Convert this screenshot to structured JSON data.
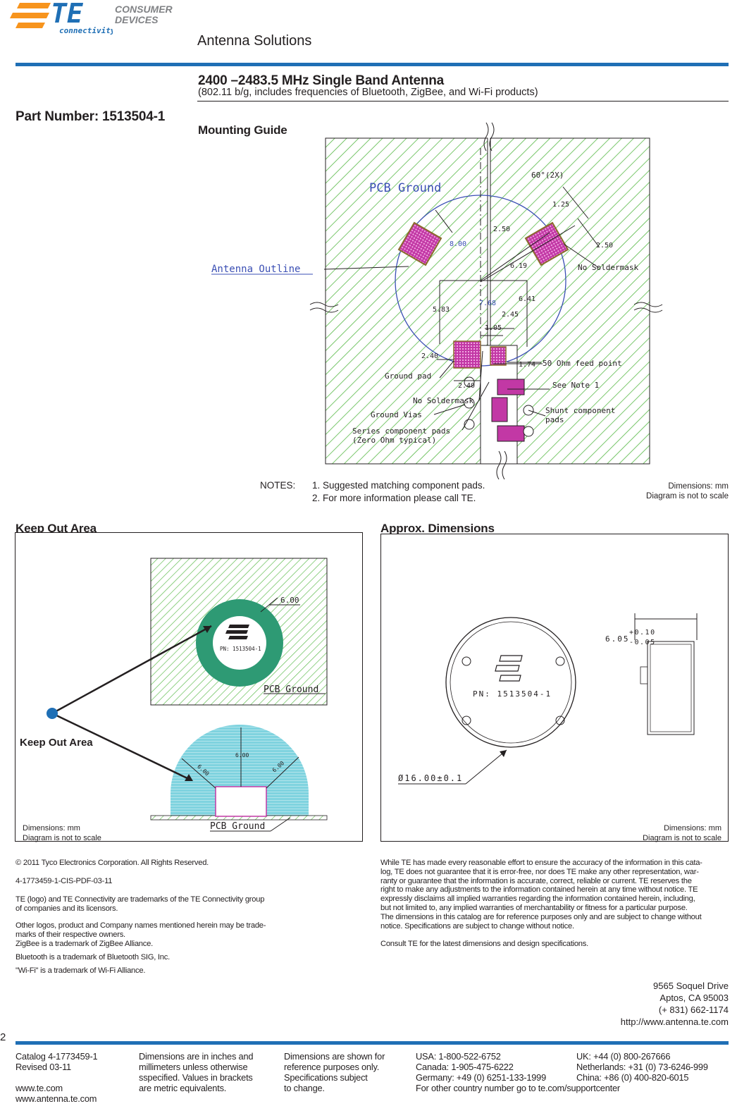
{
  "brand": {
    "logo_text": "TE",
    "logo_sub": "connectivity",
    "division_line1": "CONSUMER",
    "division_line2": "DEVICES",
    "colors": {
      "blue": "#1f6fb5",
      "orange": "#f7941d",
      "gray": "#808285"
    }
  },
  "header": {
    "section": "Antenna Solutions",
    "product_title": "2400 –2483.5 MHz Single Band Antenna",
    "product_subtitle": "(802.11 b/g, includes frequencies of Bluetooth, ZigBee, and Wi-Fi products)",
    "part_number": "Part Number: 1513504-1"
  },
  "mounting": {
    "heading": "Mounting Guide",
    "labels": {
      "pcb_ground": "PCB Ground",
      "antenna_outline": "Antenna Outline",
      "angle": "60°(2X)",
      "no_soldermask_right": "No Soldermask",
      "feed_point": "50 Ohm feed point",
      "see_note": "See Note 1",
      "ground_pad": "Ground pad",
      "no_soldermask_bottom": "No Soldermask",
      "ground_vias": "Ground Vias",
      "shunt1": "Shunt component",
      "shunt2": "pads",
      "series1": "Series component pads",
      "series2": "(Zero Ohm typical)"
    },
    "dims": {
      "d125": "1.25",
      "d250a": "2.50",
      "d250b": "2.50",
      "d800": "8.00",
      "d619": "6.19",
      "d641": "6.41",
      "d583": "5.83",
      "d768": "7.68",
      "d245": "2.45",
      "d105": "1.05",
      "d240a": "2.40",
      "d240b": "2.40",
      "d174": "1.74"
    },
    "notes_label": "NOTES:",
    "note1": "1. Suggested matching component pads.",
    "note2": "2. For more information please call TE.",
    "dim_note1": "Dimensions: mm",
    "dim_note2": "Diagram is not to scale"
  },
  "keepout": {
    "heading": "Keep Out Area",
    "label": "Keep Out Area",
    "top_dim": "6.00",
    "pn": "PN: 1513504-1",
    "pcb_ground_top": "PCB Ground",
    "pcb_ground_bottom": "PCB Ground",
    "dome_dim_center": "6.00",
    "dome_dim_left": "6.00",
    "dome_dim_right": "6.00",
    "dim_note1": "Dimensions: mm",
    "dim_note2": "Diagram is not to scale"
  },
  "approx": {
    "heading": "Approx. Dimensions",
    "pn": "PN: 1513504-1",
    "height_dim": "6.05",
    "tol_plus": "+0.10",
    "tol_minus": "-0.05",
    "diameter_dim": "Ø16.00±0.1",
    "dim_note1": "Dimensions: mm",
    "dim_note2": "Diagram is not to scale"
  },
  "legal_left": {
    "copyright": "© 2011 Tyco Electronics Corporation. All Rights Reserved.",
    "doc_code": "4-1773459-1-CIS-PDF-03-11",
    "tm1": "TE (logo) and TE Connectivity are trademarks of the TE Connectivity group",
    "tm2": "of companies and its licensors.",
    "other1": "Other logos, product and Company names mentioned herein may be trade-",
    "other2": "marks of their respective owners.",
    "zigbee": "ZigBee is a trademark of ZigBee Alliance.",
    "bluetooth": "Bluetooth is a trademark of Bluetooth SIG, Inc.",
    "wifi": "\"Wi-Fi\" is a trademark of Wi-Fi Alliance."
  },
  "legal_right": {
    "lines": [
      "While TE has made every reasonable effort to ensure the accuracy of the information in this cata-",
      "log, TE does not guarantee that it is error-free, nor does TE make any other representation, war-",
      "ranty or guarantee that the information is accurate, correct, reliable or current. TE reserves the",
      "right to make any adjustments to the information contained herein at any time without notice. TE",
      "expressly disclaims all implied warranties regarding the information contained herein, including,",
      "but not limited to, any implied warranties of merchantability or fitness for a particular purpose.",
      "The dimensions in this catalog are for reference purposes only and are subject to change without",
      "notice. Specifications are subject to change without notice."
    ],
    "consult": "Consult TE for the latest dimensions and design specifications.",
    "addr1": "9565 Soquel Drive",
    "addr2": "Aptos, CA 95003",
    "addr3": "(+ 831) 662-1174",
    "addr4": "http://www.antenna.te.com"
  },
  "page_number": "2",
  "footer": {
    "col1": [
      "Catalog 4-1773459-1",
      "Revised 03-11",
      "",
      "www.te.com",
      "www.antenna.te.com"
    ],
    "col2": [
      "Dimensions are in inches and",
      "millimeters unless otherwise",
      "sspecified. Values in brackets",
      "are metric equivalents."
    ],
    "col3": [
      "Dimensions are shown for",
      "reference purposes only.",
      "Specifications subject",
      "to change."
    ],
    "col4": [
      "USA: 1-800-522-6752",
      "Canada: 1-905-475-6222",
      "Germany: +49 (0) 6251-133-1999",
      "For other country number go to te.com/supportcenter"
    ],
    "col5": [
      "UK: +44 (0) 800-267666",
      "Netherlands: +31 (0) 73-6246-999",
      "China: +86 (0) 400-820-6015"
    ]
  }
}
